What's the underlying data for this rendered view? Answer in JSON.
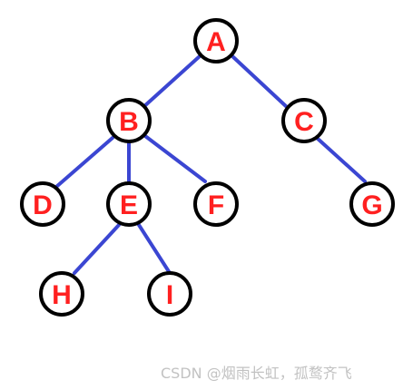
{
  "diagram": {
    "type": "binary-tree",
    "edge_color": "#3b46d2",
    "node_stroke": "#000000",
    "label_color": "#ff2020",
    "nodes": [
      {
        "id": "A",
        "label": "A"
      },
      {
        "id": "B",
        "label": "B"
      },
      {
        "id": "C",
        "label": "C"
      },
      {
        "id": "D",
        "label": "D"
      },
      {
        "id": "E",
        "label": "E"
      },
      {
        "id": "F",
        "label": "F"
      },
      {
        "id": "G",
        "label": "G"
      },
      {
        "id": "H",
        "label": "H"
      },
      {
        "id": "I",
        "label": "I"
      }
    ],
    "edges": [
      {
        "from": "A",
        "to": "B"
      },
      {
        "from": "A",
        "to": "C"
      },
      {
        "from": "B",
        "to": "D"
      },
      {
        "from": "B",
        "to": "E"
      },
      {
        "from": "B",
        "to": "F"
      },
      {
        "from": "C",
        "to": "G"
      },
      {
        "from": "E",
        "to": "H"
      },
      {
        "from": "E",
        "to": "I"
      }
    ]
  },
  "watermark": "CSDN @烟雨长虹，孤鹜齐飞"
}
